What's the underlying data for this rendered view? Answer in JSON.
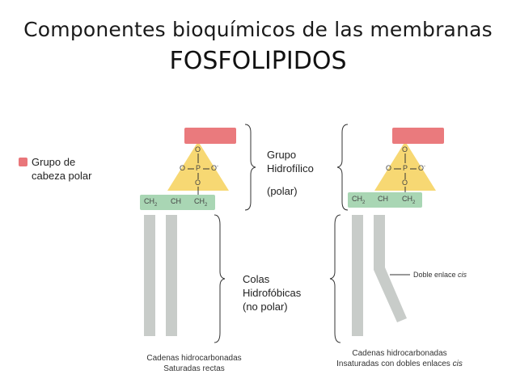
{
  "title": "Componentes bioquímicos de las membranas",
  "subtitle": "FOSFOLIPIDOS",
  "legend": {
    "head_group_label": "Grupo de\ncabeza polar",
    "head_color": "#e9767a"
  },
  "labels": {
    "hydrophilic": "Grupo\nHidrofílico",
    "polar": "(polar)",
    "hydrophobic": "Colas\nHidrofóbicas\n(no polar)",
    "double_bond_prefix": "Doble enlace ",
    "double_bond_italic": "cis"
  },
  "chem": {
    "O": "O",
    "P": "P",
    "O_minus": "O",
    "ch2": "CH",
    "ch": "CH",
    "sub2": "2"
  },
  "captions": {
    "left_line1": "Cadenas hidrocarbonadas",
    "left_line2": "Saturadas rectas",
    "right_line1": "Cadenas hidrocarbonadas",
    "right_line2": "Insaturadas con dobles enlaces ",
    "right_line2_italic": "cis"
  },
  "colors": {
    "head": "#ea7a7d",
    "phosphate_triangle": "#f7d873",
    "glycerol": "#a9d6b4",
    "tail": "#c8ccc9"
  }
}
